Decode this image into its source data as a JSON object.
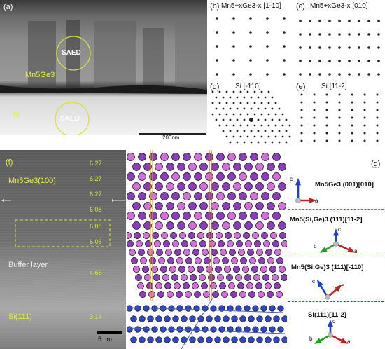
{
  "panel_a": {
    "label": "(a)",
    "circle_top_label": "SAED",
    "circle_bottom_label": "SAED",
    "layer_label": "Mn5Ge3",
    "substrate_label": "Si"
  },
  "panel_b": {
    "label": "(b)",
    "title": "Mn5+xGe3-x [1-10]"
  },
  "panel_c": {
    "label": "(c)",
    "title": "Mn5+xGe3-x [010]"
  },
  "panel_d": {
    "label": "(d)",
    "title": "Si [-110]"
  },
  "panel_e": {
    "label": "(e)",
    "title": "Si [11-2]"
  },
  "scale_200": "200nm",
  "panel_f": {
    "label": "(f)",
    "layer_label": "Mn5Ge3(100)",
    "buffer_label": "Buffer layer",
    "substrate_label": "Si(111)",
    "spacings": [
      "6.27",
      "6.27",
      "6.27",
      "6.08",
      "6.08",
      "6.08",
      "4.66",
      "3.14"
    ],
    "scale_label": "5 nm"
  },
  "panel_g": {
    "label": "(g)",
    "sections": [
      {
        "title": "Mn5Ge3 (001)[010]",
        "axes": [
          "c",
          "a"
        ]
      },
      {
        "title": "Mn5(Si,Ge)3 (111)[11-2]",
        "axes": [
          "b",
          "c",
          "a"
        ]
      },
      {
        "title": "Mn5(Si,Ge)3 (111)[-110]",
        "axes": [
          "c",
          "a"
        ]
      },
      {
        "title": "Si(111)[11-2]",
        "axes": [
          "b",
          "c",
          "a"
        ]
      }
    ]
  },
  "colors": {
    "mn_atom": "#8a3fb8",
    "ge_atom": "#d070d8",
    "si_atom": "#2f46c8",
    "axis_c": "#1f3fd0",
    "axis_a": "#c02020",
    "axis_b": "#20a020",
    "label_yellow": "#e7ef3a"
  }
}
